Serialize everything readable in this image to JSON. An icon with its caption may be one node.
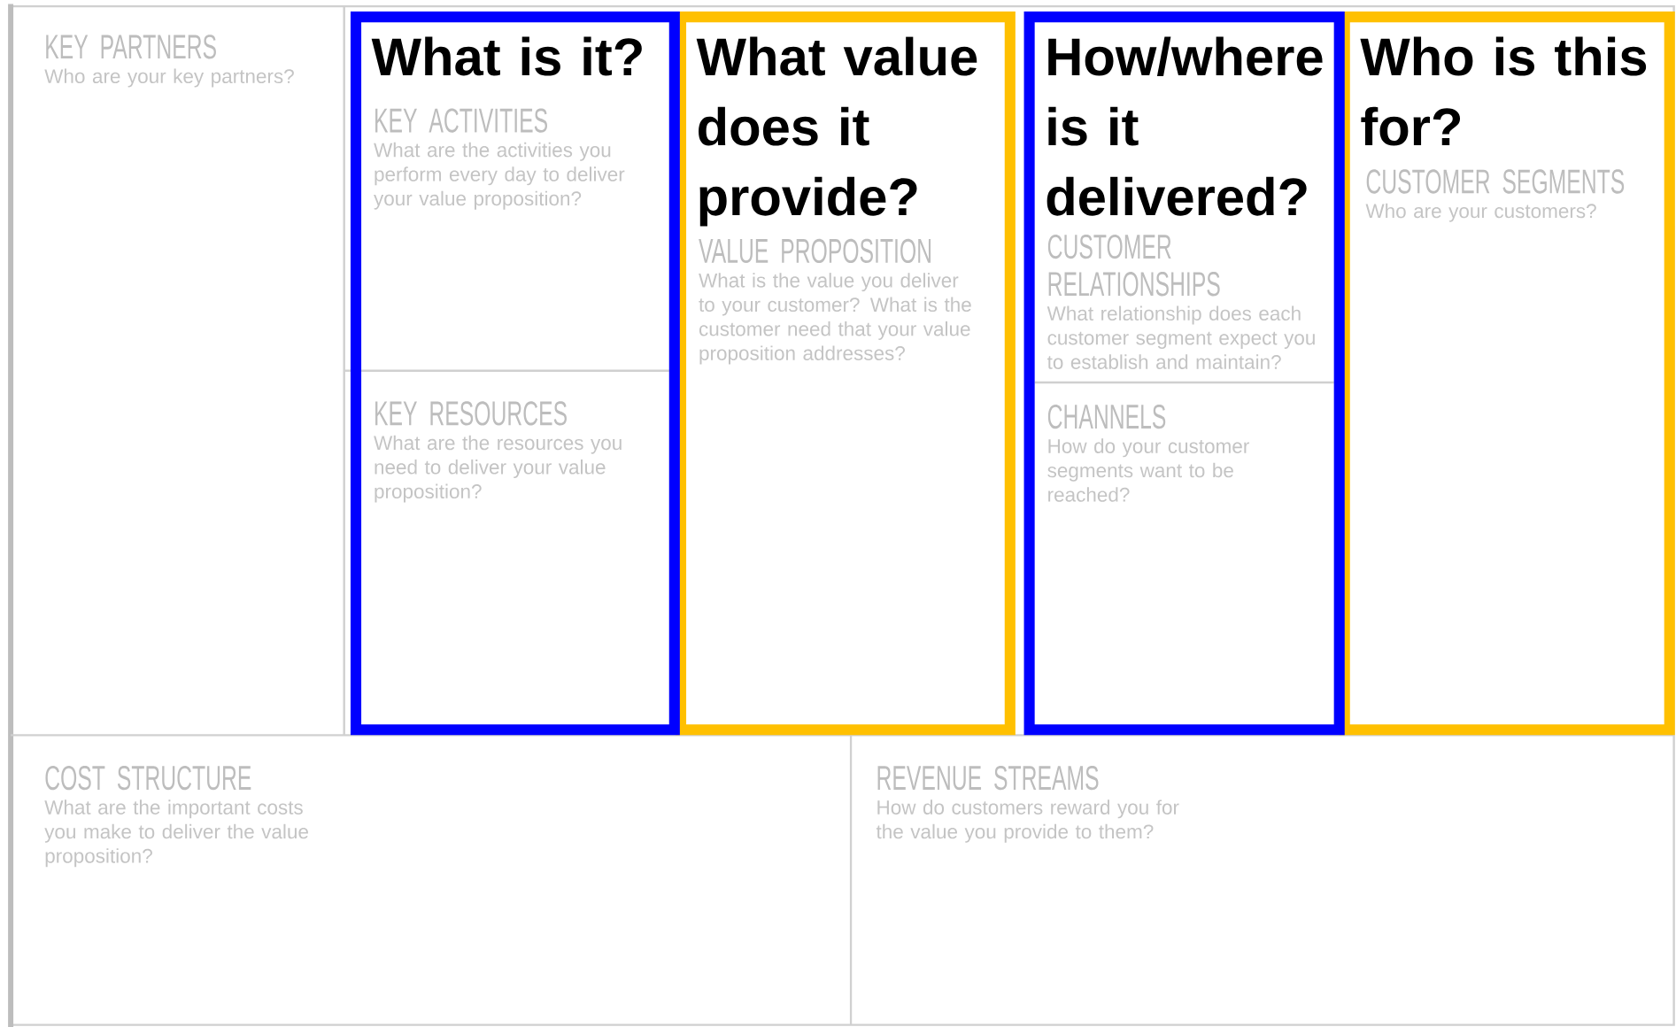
{
  "diagram": {
    "nodes": [
      {
        "text": [
          "KEY PARTNERS",
          "Who are your key partners?"
        ]
      },
      {
        "text": [
          "What is it?"
        ]
      },
      {
        "text": [
          "KEY ACTIVITIES",
          "What are the activities you perform every day to deliver your value proposition?"
        ],
        "in": 1
      },
      {
        "text": [
          "KEY RESOURCES",
          "What are the resources you need to deliver your value proposition?"
        ],
        "in": 1
      },
      {
        "text": [
          "What value does it provide?"
        ]
      },
      {
        "text": [
          "VALUE PROPOSITION",
          "What is the value you deliver to your customer? What is the customer need that your value proposition addresses?"
        ],
        "in": 4
      },
      {
        "text": [
          "How/where is it delivered?"
        ]
      },
      {
        "text": [
          "CUSTOMER RELATIONSHIPS",
          "What relationship does each customer segment expect you to establish and maintain?"
        ],
        "in": 6
      },
      {
        "text": [
          "CHANNELS",
          "How do your customer segments want to be reached?"
        ],
        "in": 6
      },
      {
        "text": [
          "Who is this for?"
        ]
      },
      {
        "text": [
          "CUSTOMER SEGMENTS",
          "Who are your customers?"
        ],
        "in": 9
      },
      {
        "text": [
          "COST STRUCTURE",
          "What are the important costs you make to deliver the value proposition?"
        ]
      },
      {
        "text": [
          "REVENUE STREAMS",
          "How do customers reward you for the value you provide to them?"
        ]
      }
    ],
    "edges": []
  }
}
